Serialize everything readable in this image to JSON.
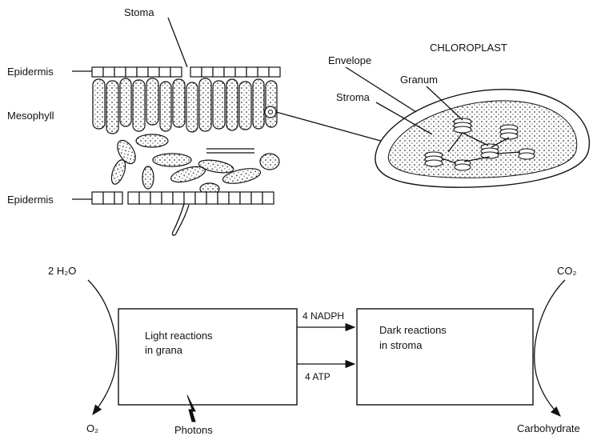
{
  "leaf": {
    "stoma_top": "Stoma",
    "epidermis_top": "Epidermis",
    "mesophyll": "Mesophyll",
    "epidermis_bottom": "Epidermis"
  },
  "chloroplast": {
    "title": "CHLOROPLAST",
    "envelope": "Envelope",
    "granum": "Granum",
    "stroma": "Stroma"
  },
  "flow": {
    "water": "2 H₂O",
    "oxygen": "O₂",
    "light_box": [
      "Light reactions",
      "in grana"
    ],
    "dark_box": [
      "Dark reactions",
      "in stroma"
    ],
    "nadph": "4 NADPH",
    "atp": "4 ATP",
    "photons": "Photons",
    "co2": "CO₂",
    "carbohydrate": "Carbohydrate"
  }
}
